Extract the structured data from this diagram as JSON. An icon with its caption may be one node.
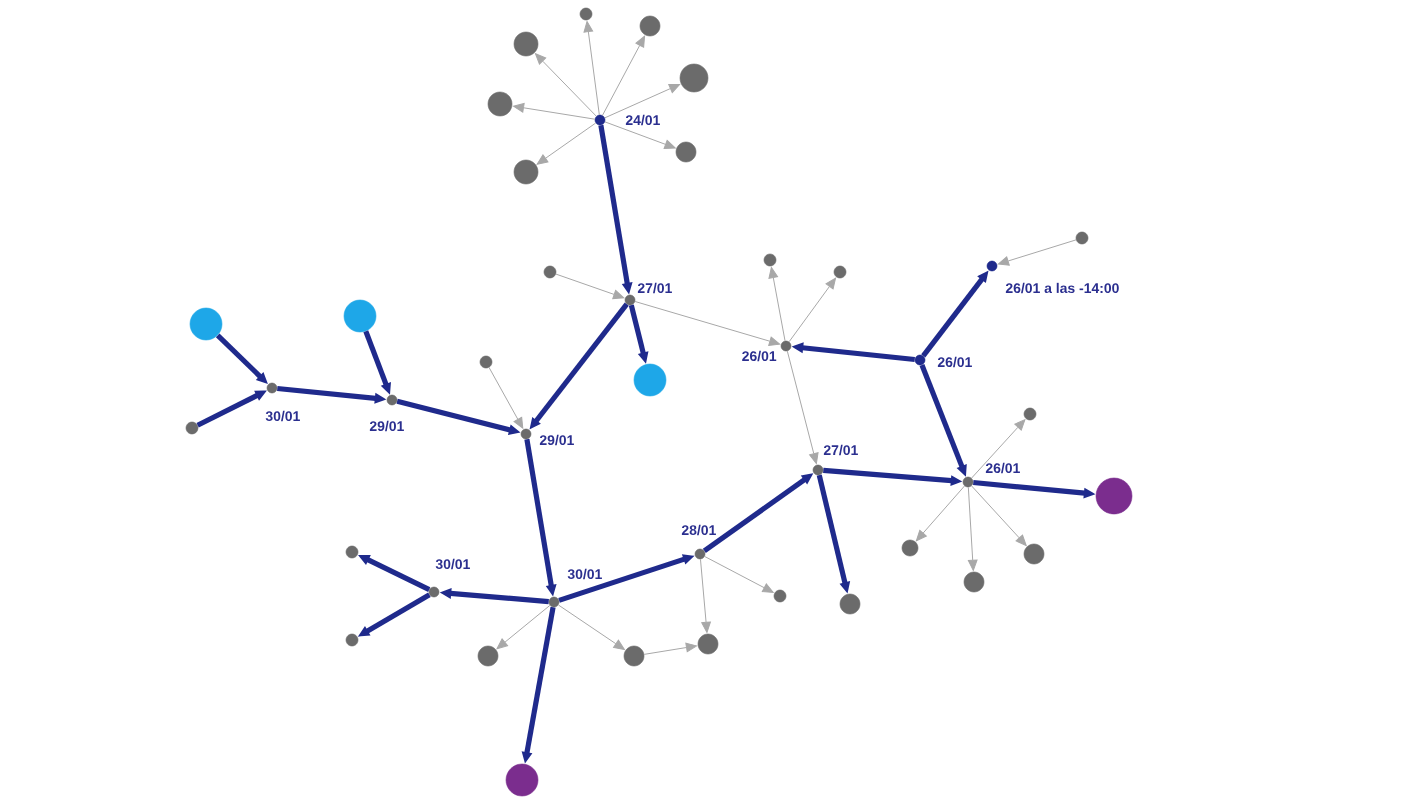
{
  "diagram": {
    "nodes": [
      {
        "text": [],
        "shape": "circle",
        "beside": [
          "24/01"
        ]
      },
      {
        "text": [],
        "shape": "circle"
      },
      {
        "text": [],
        "shape": "circle"
      },
      {
        "text": [],
        "shape": "circle"
      },
      {
        "text": [],
        "shape": "circle"
      },
      {
        "text": [],
        "shape": "circle"
      },
      {
        "text": [],
        "shape": "circle"
      },
      {
        "text": [],
        "shape": "circle"
      },
      {
        "text": [],
        "shape": "circle",
        "beside": [
          "27/01"
        ]
      },
      {
        "text": [],
        "shape": "circle"
      },
      {
        "text": [],
        "shape": "circle"
      },
      {
        "text": [],
        "shape": "circle",
        "beside": [
          "26/01"
        ]
      },
      {
        "text": [],
        "shape": "circle"
      },
      {
        "text": [],
        "shape": "circle"
      },
      {
        "text": [],
        "shape": "circle",
        "beside": [
          "26/01"
        ]
      },
      {
        "text": [],
        "shape": "circle",
        "beside": [
          "26/01 a las -14:00"
        ]
      },
      {
        "text": [],
        "shape": "circle"
      },
      {
        "text": [],
        "shape": "circle",
        "beside": [
          "29/01"
        ]
      },
      {
        "text": [],
        "shape": "circle"
      },
      {
        "text": [],
        "shape": "circle",
        "beside": [
          "29/01"
        ]
      },
      {
        "text": [],
        "shape": "circle"
      },
      {
        "text": [],
        "shape": "circle",
        "beside": [
          "30/01"
        ]
      },
      {
        "text": [],
        "shape": "circle"
      },
      {
        "text": [],
        "shape": "circle"
      },
      {
        "text": [],
        "shape": "circle",
        "beside": [
          "27/01"
        ]
      },
      {
        "text": [],
        "shape": "circle"
      },
      {
        "text": [],
        "shape": "circle",
        "beside": [
          "26/01"
        ]
      },
      {
        "text": [],
        "shape": "circle"
      },
      {
        "text": [],
        "shape": "circle"
      },
      {
        "text": [],
        "shape": "circle"
      },
      {
        "text": [],
        "shape": "circle"
      },
      {
        "text": [],
        "shape": "circle"
      },
      {
        "text": [],
        "shape": "circle",
        "beside": [
          "28/01"
        ]
      },
      {
        "text": [],
        "shape": "circle"
      },
      {
        "text": [],
        "shape": "circle"
      },
      {
        "text": [],
        "shape": "circle",
        "beside": [
          "30/01"
        ]
      },
      {
        "text": [],
        "shape": "circle"
      },
      {
        "text": [],
        "shape": "circle"
      },
      {
        "text": [],
        "shape": "circle"
      },
      {
        "text": [],
        "shape": "circle",
        "beside": [
          "30/01"
        ]
      },
      {
        "text": [],
        "shape": "circle"
      },
      {
        "text": [],
        "shape": "circle"
      }
    ],
    "edges": [
      {
        "from": 0,
        "to": 1,
        "arrow": "to"
      },
      {
        "from": 0,
        "to": 2,
        "arrow": "to"
      },
      {
        "from": 0,
        "to": 3,
        "arrow": "to"
      },
      {
        "from": 0,
        "to": 4,
        "arrow": "to"
      },
      {
        "from": 0,
        "to": 5,
        "arrow": "to"
      },
      {
        "from": 0,
        "to": 6,
        "arrow": "to"
      },
      {
        "from": 0,
        "to": 7,
        "arrow": "to"
      },
      {
        "from": 0,
        "to": 8,
        "arrow": "to",
        "style": "thick",
        "color": "#1f2a8c"
      },
      {
        "from": 9,
        "to": 8,
        "arrow": "to"
      },
      {
        "from": 8,
        "to": 10,
        "arrow": "to",
        "style": "thick",
        "color": "#1f2a8c"
      },
      {
        "from": 8,
        "to": 17,
        "arrow": "to",
        "style": "thick",
        "color": "#1f2a8c"
      },
      {
        "from": 8,
        "to": 11,
        "arrow": "to"
      },
      {
        "from": 11,
        "to": 12,
        "arrow": "to"
      },
      {
        "from": 11,
        "to": 13,
        "arrow": "to"
      },
      {
        "from": 11,
        "to": 24,
        "arrow": "to"
      },
      {
        "from": 14,
        "to": 11,
        "arrow": "to",
        "style": "thick",
        "color": "#1f2a8c"
      },
      {
        "from": 14,
        "to": 15,
        "arrow": "to",
        "style": "thick",
        "color": "#1f2a8c"
      },
      {
        "from": 16,
        "to": 15,
        "arrow": "to"
      },
      {
        "from": 14,
        "to": 26,
        "arrow": "to",
        "style": "thick",
        "color": "#1f2a8c"
      },
      {
        "from": 24,
        "to": 26,
        "arrow": "to",
        "style": "thick",
        "color": "#1f2a8c"
      },
      {
        "from": 26,
        "to": 27,
        "arrow": "to",
        "style": "thick",
        "color": "#1f2a8c"
      },
      {
        "from": 26,
        "to": 28,
        "arrow": "to"
      },
      {
        "from": 26,
        "to": 29,
        "arrow": "to"
      },
      {
        "from": 26,
        "to": 30,
        "arrow": "to"
      },
      {
        "from": 26,
        "to": 31,
        "arrow": "to"
      },
      {
        "from": 24,
        "to": 25,
        "arrow": "to",
        "style": "thick",
        "color": "#1f2a8c"
      },
      {
        "from": 32,
        "to": 24,
        "arrow": "to",
        "style": "thick",
        "color": "#1f2a8c"
      },
      {
        "from": 32,
        "to": 33,
        "arrow": "to"
      },
      {
        "from": 32,
        "to": 34,
        "arrow": "to"
      },
      {
        "from": 38,
        "to": 34,
        "arrow": "to"
      },
      {
        "from": 35,
        "to": 32,
        "arrow": "to",
        "style": "thick",
        "color": "#1f2a8c"
      },
      {
        "from": 17,
        "to": 35,
        "arrow": "to",
        "style": "thick",
        "color": "#1f2a8c"
      },
      {
        "from": 35,
        "to": 36,
        "arrow": "to",
        "style": "thick",
        "color": "#1f2a8c"
      },
      {
        "from": 35,
        "to": 37,
        "arrow": "to"
      },
      {
        "from": 35,
        "to": 38,
        "arrow": "to"
      },
      {
        "from": 35,
        "to": 39,
        "arrow": "to",
        "style": "thick",
        "color": "#1f2a8c"
      },
      {
        "from": 39,
        "to": 40,
        "arrow": "to",
        "style": "thick",
        "color": "#1f2a8c"
      },
      {
        "from": 39,
        "to": 41,
        "arrow": "to",
        "style": "thick",
        "color": "#1f2a8c"
      },
      {
        "from": 19,
        "to": 17,
        "arrow": "to",
        "style": "thick",
        "color": "#1f2a8c"
      },
      {
        "from": 18,
        "to": 17,
        "arrow": "to"
      },
      {
        "from": 20,
        "to": 19,
        "arrow": "to",
        "style": "thick",
        "color": "#1f2a8c"
      },
      {
        "from": 21,
        "to": 19,
        "arrow": "to",
        "style": "thick",
        "color": "#1f2a8c"
      },
      {
        "from": 22,
        "to": 21,
        "arrow": "to",
        "style": "thick",
        "color": "#1f2a8c"
      },
      {
        "from": 23,
        "to": 21,
        "arrow": "to",
        "style": "thick",
        "color": "#1f2a8c"
      }
    ]
  }
}
